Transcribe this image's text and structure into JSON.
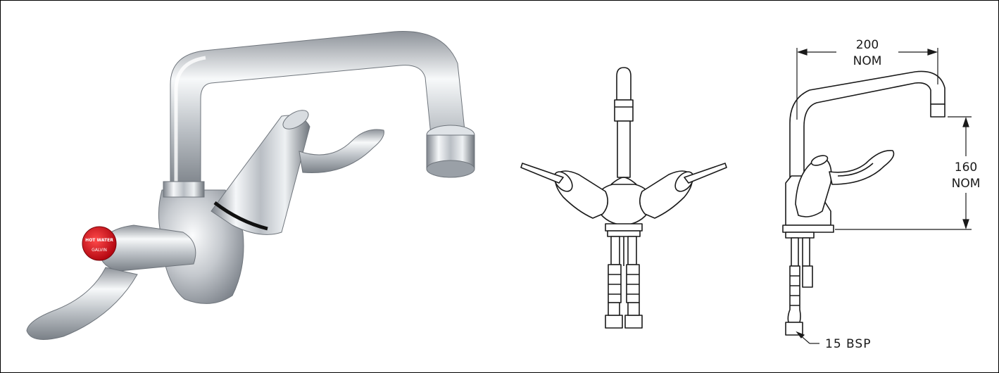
{
  "photo": {
    "button_text_line1": "HOT WATER",
    "button_text_line2": "GALVIN"
  },
  "dimensions": {
    "width_value": "200",
    "width_unit": "NOM",
    "height_value": "160",
    "height_unit": "NOM",
    "thread_label": "15 BSP"
  },
  "colors": {
    "line": "#1a1a1a",
    "chrome_dark": "#8a8f96",
    "chrome_light": "#f4f6f8",
    "indicator_red": "#d0101c"
  }
}
